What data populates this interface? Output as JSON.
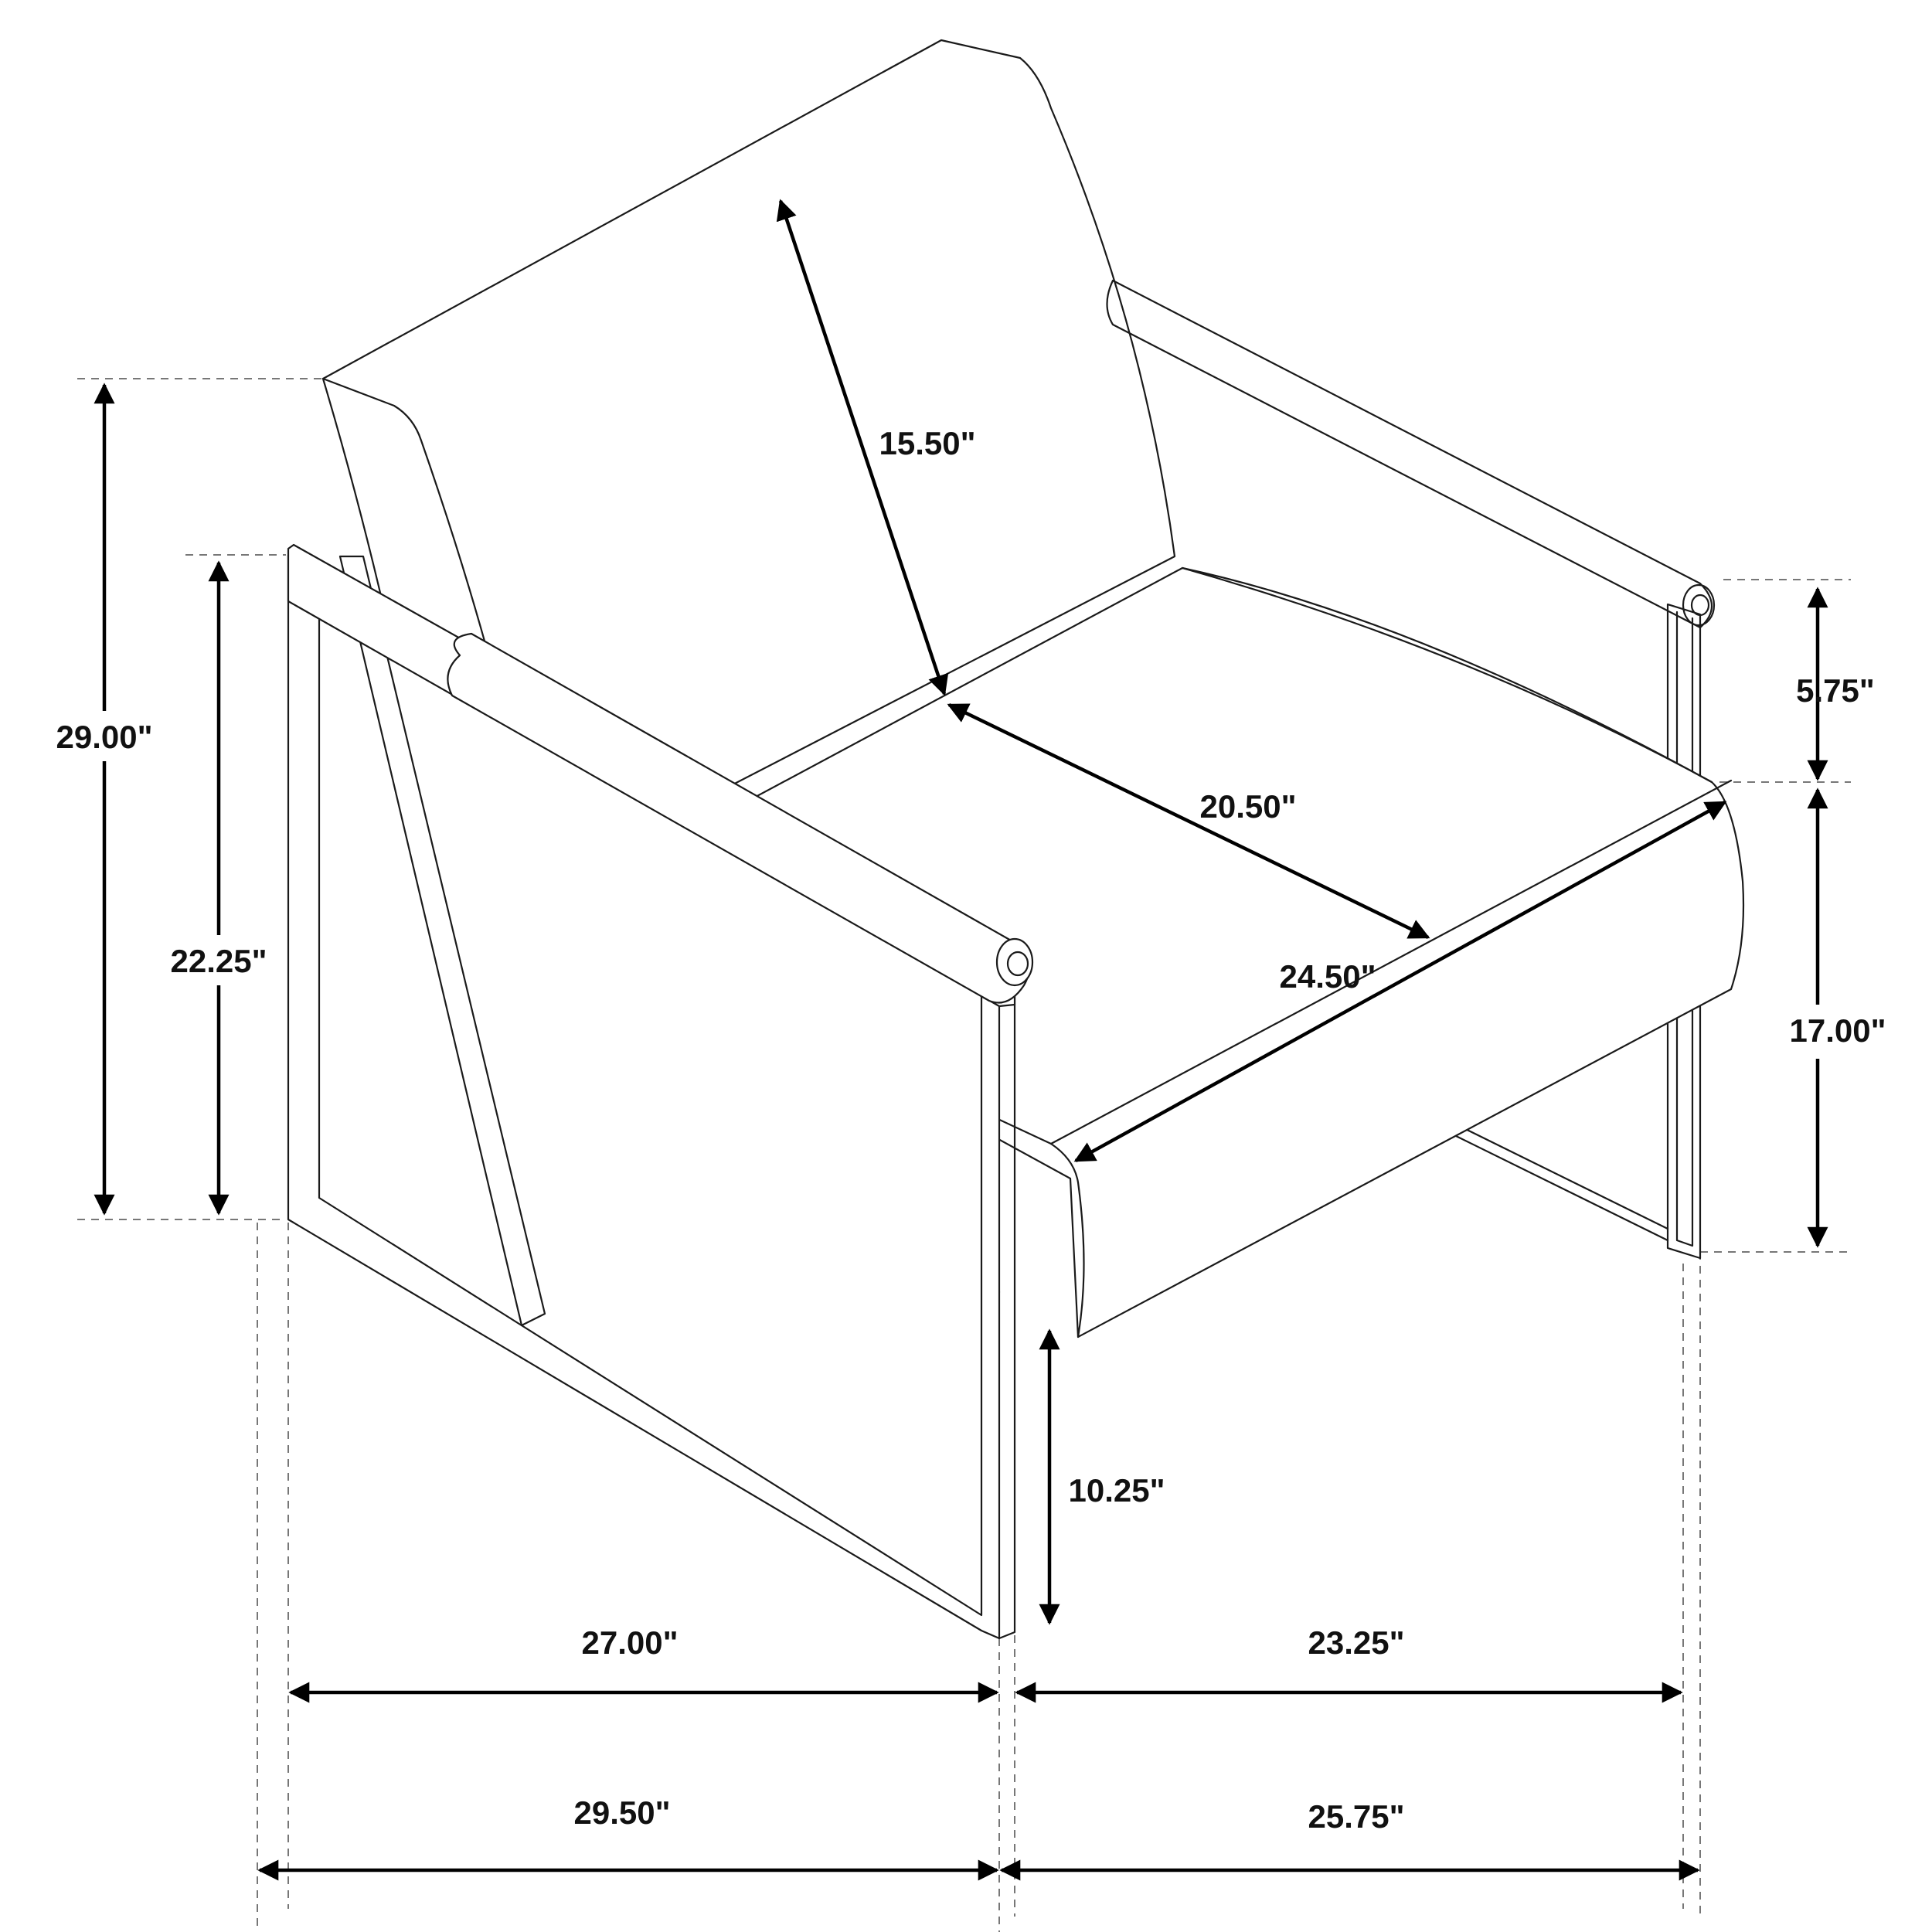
{
  "diagram": {
    "subject": "accent chair dimension drawing",
    "colors": {
      "line": "#1a1a1a",
      "dimension": "#000000",
      "leader": "#777777",
      "background": "#ffffff"
    }
  },
  "dimensions": {
    "overall_height": "29.00\"",
    "arm_height": "22.25\"",
    "back_height": "15.50\"",
    "seat_depth": "20.50\"",
    "seat_width": "24.50\"",
    "arm_above_seat": "5.75\"",
    "seat_height": "17.00\"",
    "seat_clearance": "10.25\"",
    "inner_width": "27.00\"",
    "inner_depth": "23.25\"",
    "overall_width": "29.50\"",
    "overall_depth": "25.75\""
  }
}
